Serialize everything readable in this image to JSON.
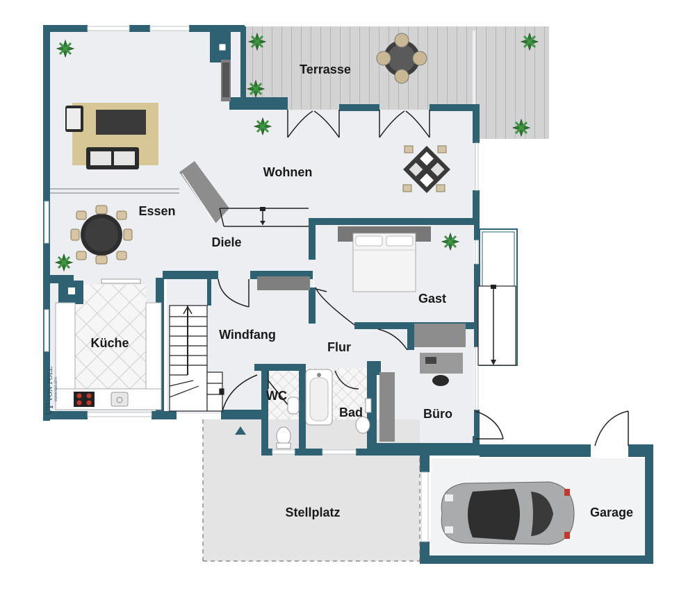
{
  "rooms": {
    "terrasse": "Terrasse",
    "wohnen": "Wohnen",
    "essen": "Essen",
    "diele": "Diele",
    "gast": "Gast",
    "kueche": "Küche",
    "windfang": "Windfang",
    "flur": "Flur",
    "wc": "WC",
    "bad": "Bad",
    "buero": "Büro",
    "stellplatz": "Stellplatz",
    "garage": "Garage"
  },
  "logo": {
    "monogram": "VP",
    "name": "VON POLL",
    "tagline": "IMMOBILIEN"
  },
  "colors": {
    "wall": "#2e6172",
    "floor": "#eceef1",
    "deck": "#cfcfcf",
    "tile": "#f4f4f4",
    "carport": "#e4e4e4"
  },
  "icons": [
    "plant-icon",
    "dining-table-icon",
    "sofa-icon",
    "bed-icon",
    "stairs-icon",
    "bathtub-icon",
    "toilet-icon",
    "car-icon",
    "stove-icon",
    "sink-icon"
  ]
}
